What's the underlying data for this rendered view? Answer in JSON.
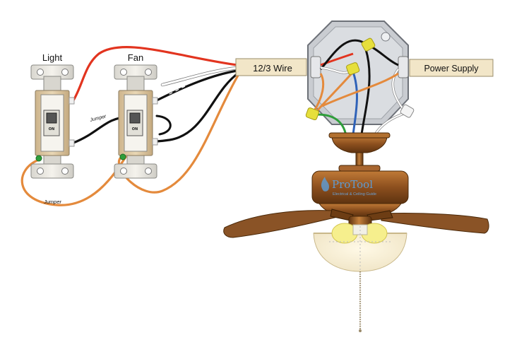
{
  "labels": {
    "light": "Light",
    "fan": "Fan",
    "wire_12_3": "12/3 Wire",
    "power_supply": "Power Supply",
    "jumper_top": "Jumper",
    "jumper_bottom": "Jumper",
    "switch_on": "ON"
  },
  "logo": {
    "name": "ProTool",
    "tagline": "Electrical & Ceiling Guide"
  },
  "colors": {
    "hot": "#e2341f",
    "neutral": "#ffffff",
    "black": "#111111",
    "ground": "#2e9e3a",
    "jumper": "#e48a3c",
    "blue": "#2f62b8",
    "wire_nut": "#e6df3c",
    "box": "#c9ccd1",
    "fan_bronze": "#9a5b27"
  }
}
